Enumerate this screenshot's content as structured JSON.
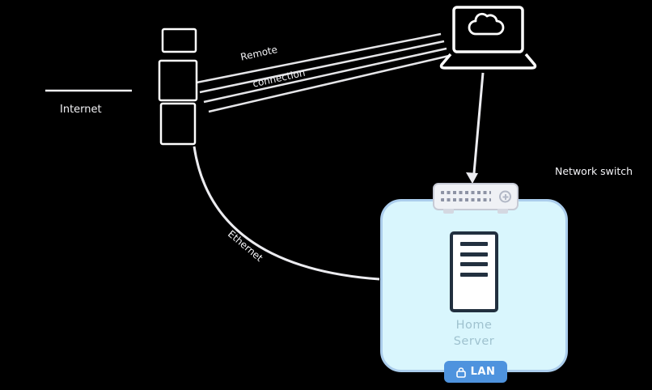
{
  "diagram": {
    "background": "#000000",
    "nodes": {
      "desktop_stack": {
        "icon": "desktop-tower-stack",
        "caption": "Internet"
      },
      "laptop": {
        "icon": "laptop-cloud"
      },
      "switch": {
        "icon": "network-switch",
        "label": "Network switch"
      },
      "server": {
        "icon": "server-tower",
        "caption_line1": "Home",
        "caption_line2": "Server"
      },
      "lan_zone": {
        "fill": "#d9f6fd",
        "border": "#abcdec",
        "badge_label": "LAN",
        "badge_icon": "lock",
        "badge_color": "#4e93de"
      }
    },
    "connections": {
      "internet_band": {
        "label_top": "Remote",
        "label_bottom": "connection"
      },
      "laptop_to_switch": {
        "type": "arrow"
      },
      "desktop_to_lan": {
        "label": "Ethernet"
      }
    }
  }
}
